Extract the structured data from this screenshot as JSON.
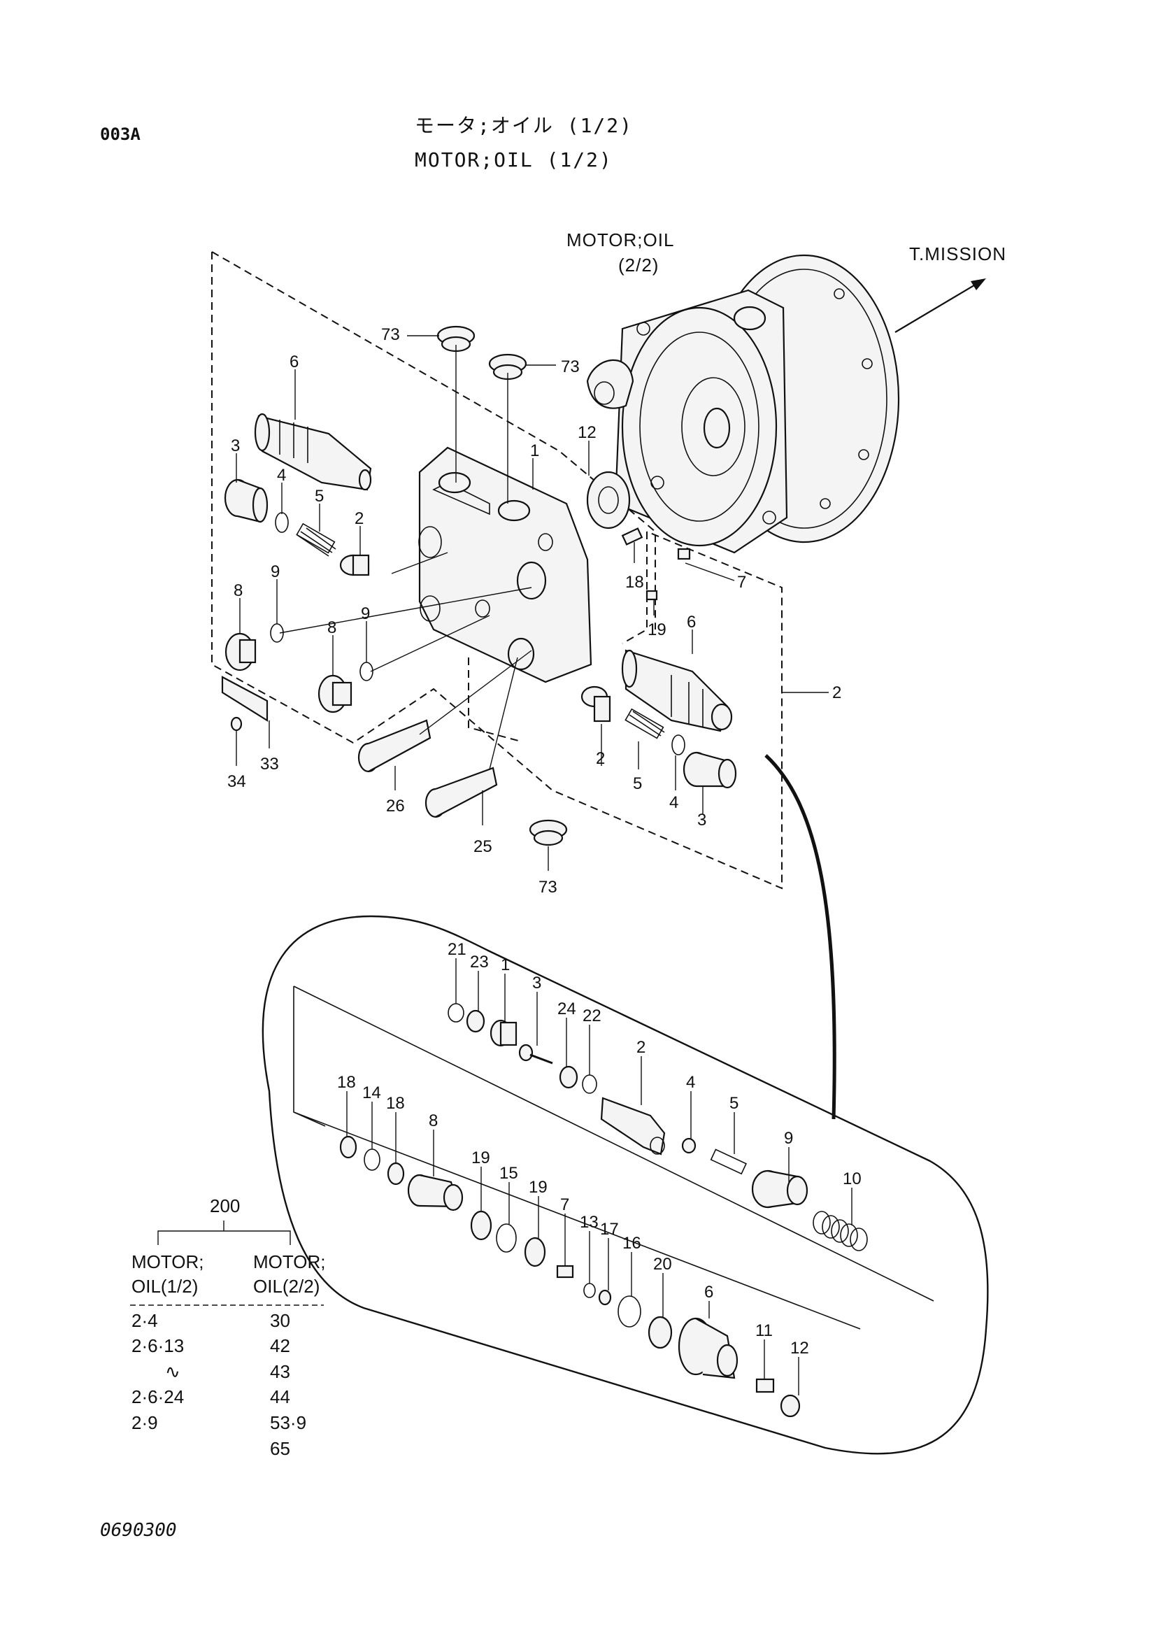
{
  "header": {
    "code": "003A",
    "title_jp": "モータ;オイル (1/2)",
    "title_en": "MOTOR;OIL (1/2)"
  },
  "references": {
    "motor_oil_2_2_line1": "MOTOR;OIL",
    "motor_oil_2_2_line2": "(2/2)",
    "transmission": "T.MISSION"
  },
  "upper_labels": {
    "p73a": "73",
    "p73b": "73",
    "p73c": "73",
    "p6a": "6",
    "p6b": "6",
    "p3a": "3",
    "p3b": "3",
    "p4a": "4",
    "p4b": "4",
    "p5a": "5",
    "p5b": "5",
    "p2a": "2",
    "p2b": "2",
    "p2c": "2",
    "p1": "1",
    "p12": "12",
    "p9a": "9",
    "p9b": "9",
    "p8a": "8",
    "p8b": "8",
    "p18": "18",
    "p19": "19",
    "p7": "7",
    "p33": "33",
    "p34": "34",
    "p26": "26",
    "p25": "25"
  },
  "detail_labels": {
    "d21": "21",
    "d23": "23",
    "d1": "1",
    "d3": "3",
    "d24": "24",
    "d22": "22",
    "d2": "2",
    "d4": "4",
    "d5": "5",
    "d9": "9",
    "d10": "10",
    "d18a": "18",
    "d14": "14",
    "d18b": "18",
    "d8": "8",
    "d19a": "19",
    "d15": "15",
    "d19b": "19",
    "d7": "7",
    "d13": "13",
    "d17": "17",
    "d16": "16",
    "d20": "20",
    "d6": "6",
    "d11": "11",
    "d12": "12"
  },
  "assembly_table": {
    "group": "200",
    "col1_header_1": "MOTOR;",
    "col1_header_2": "OIL(1/2)",
    "col2_header_1": "MOTOR;",
    "col2_header_2": "OIL(2/2)",
    "col1": [
      "2·4",
      "2·6·13",
      "∿",
      "2·6·24",
      "2·9",
      ""
    ],
    "col2": [
      "30",
      "42",
      "43",
      "44",
      "53·9",
      "65"
    ]
  },
  "footer": {
    "drawing_number": "0690300"
  }
}
